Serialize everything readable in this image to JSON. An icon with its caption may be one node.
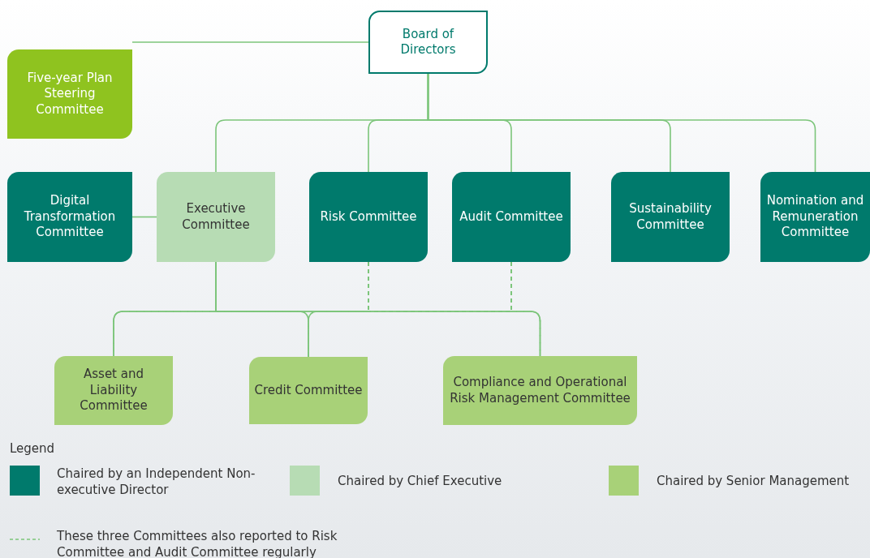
{
  "diagram": {
    "nodes": [
      {
        "text": [
          "Board of Directors"
        ]
      },
      {
        "text": [
          "Five-year Plan Steering Committee"
        ]
      },
      {
        "text": [
          "Digital Transformation Committee"
        ]
      },
      {
        "text": [
          "Executive Committee"
        ]
      },
      {
        "text": [
          "Risk Committee"
        ]
      },
      {
        "text": [
          "Audit Committee"
        ]
      },
      {
        "text": [
          "Sustainability Committee"
        ]
      },
      {
        "text": [
          "Nomination and Remuneration Committee"
        ]
      },
      {
        "text": [
          "Asset and Liability Committee"
        ]
      },
      {
        "text": [
          "Credit Committee"
        ]
      },
      {
        "text": [
          "Compliance and Operational Risk Management Committee"
        ]
      }
    ],
    "edges": [
      {
        "from": 0,
        "to": 1,
        "arrow": "none"
      },
      {
        "from": 0,
        "to": 3,
        "arrow": "none"
      },
      {
        "from": 0,
        "to": 4,
        "arrow": "none"
      },
      {
        "from": 0,
        "to": 5,
        "arrow": "none"
      },
      {
        "from": 0,
        "to": 6,
        "arrow": "none"
      },
      {
        "from": 0,
        "to": 7,
        "arrow": "none"
      },
      {
        "from": 2,
        "to": 3,
        "arrow": "none"
      },
      {
        "from": 3,
        "to": 8,
        "arrow": "none"
      },
      {
        "from": 3,
        "to": 9,
        "arrow": "none"
      },
      {
        "from": 3,
        "to": 10,
        "arrow": "none"
      },
      {
        "from": 4,
        "to": 8,
        "arrow": "none",
        "style": "dashed"
      },
      {
        "from": 4,
        "to": 9,
        "arrow": "none",
        "style": "dashed"
      },
      {
        "from": 4,
        "to": 10,
        "arrow": "none",
        "style": "dashed"
      },
      {
        "from": 5,
        "to": 8,
        "arrow": "none",
        "style": "dashed"
      },
      {
        "from": 5,
        "to": 9,
        "arrow": "none",
        "style": "dashed"
      },
      {
        "from": 5,
        "to": 10,
        "arrow": "none",
        "style": "dashed"
      }
    ],
    "labels": [
      "Legend"
    ],
    "legend": [
      {
        "text": "Chaired by an Independent Non-executive Director",
        "color": "#007a6c"
      },
      {
        "text": "Chaired by Chief Executive",
        "color": "#b7dcb4"
      },
      {
        "text": "Chaired by Senior Management",
        "color": "#a8d178"
      },
      {
        "text": "These three Committees also reported to Risk Committee and Audit Committee regularly"
      }
    ]
  }
}
